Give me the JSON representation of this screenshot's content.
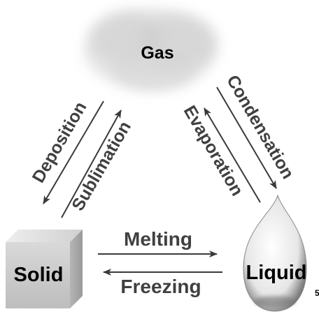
{
  "diagram": {
    "nodes": {
      "gas": "Gas",
      "solid": "Solid",
      "liquid": "Liquid"
    },
    "processes": {
      "deposition": "Deposition",
      "sublimation": "Sublimation",
      "evaporation": "Evaporation",
      "condensation": "Condensation",
      "melting": "Melting",
      "freezing": "Freezing"
    },
    "corner_mark": "5"
  },
  "colors": {
    "node_text": "#000000",
    "process_text": "#404040",
    "arrow": "#3a3a3a",
    "gas_cloud": "#d0d0d0",
    "solid_cube": "#cfcfcf",
    "liquid_drop": "#e8e8e8"
  }
}
